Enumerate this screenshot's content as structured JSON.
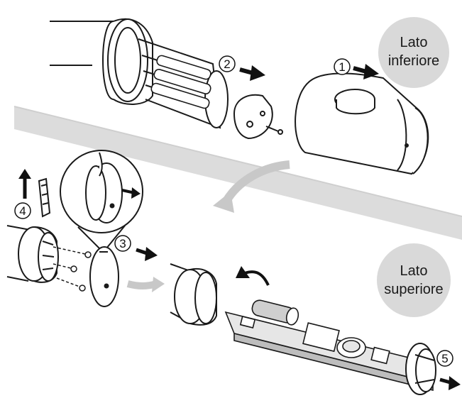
{
  "labels": {
    "bottom_side": [
      "Lato",
      "inferiore"
    ],
    "top_side": [
      "Lato",
      "superiore"
    ]
  },
  "steps": [
    {
      "number": "1"
    },
    {
      "number": "2"
    },
    {
      "number": "3"
    },
    {
      "number": "4"
    },
    {
      "number": "5"
    }
  ],
  "colors": {
    "line": "#1a1a1a",
    "callout_fill": "#d9d9d9",
    "grey_band": "#d6d6d6",
    "grey_arrow": "#c8c8c8",
    "arrow_black": "#111111",
    "pcb": "#bdbdbd"
  }
}
